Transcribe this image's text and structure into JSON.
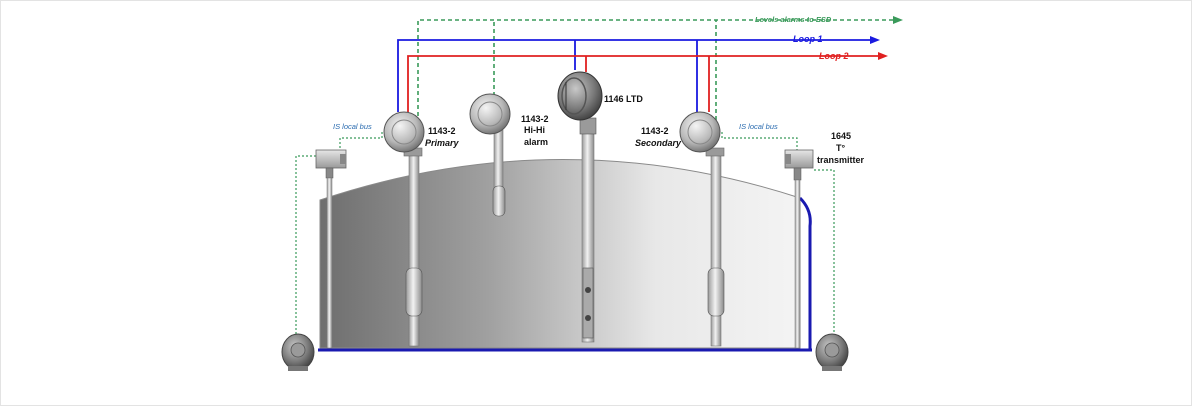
{
  "colors": {
    "loop1": "#1a1ae0",
    "loop2": "#e02020",
    "esd": "#3a9a5a",
    "bus_label": "#2b6cb0",
    "tank_border": "#1a1ab0"
  },
  "lines": {
    "esd": "Levels alarms to ESD",
    "loop1": "Loop 1",
    "loop2": "Loop 2"
  },
  "bus": {
    "left": "IS local bus",
    "right": "IS local bus"
  },
  "instruments": {
    "primary": {
      "model": "1143-2",
      "role": "Primary"
    },
    "hihi": {
      "model": "1143-2",
      "line2": "Hi-Hi",
      "line3": "alarm"
    },
    "ltd": {
      "model": "1146 LTD"
    },
    "secondary": {
      "model": "1143-2",
      "role": "Secondary"
    },
    "temp": {
      "model": "1645",
      "line2": "T°",
      "line3": "transmitter"
    }
  }
}
